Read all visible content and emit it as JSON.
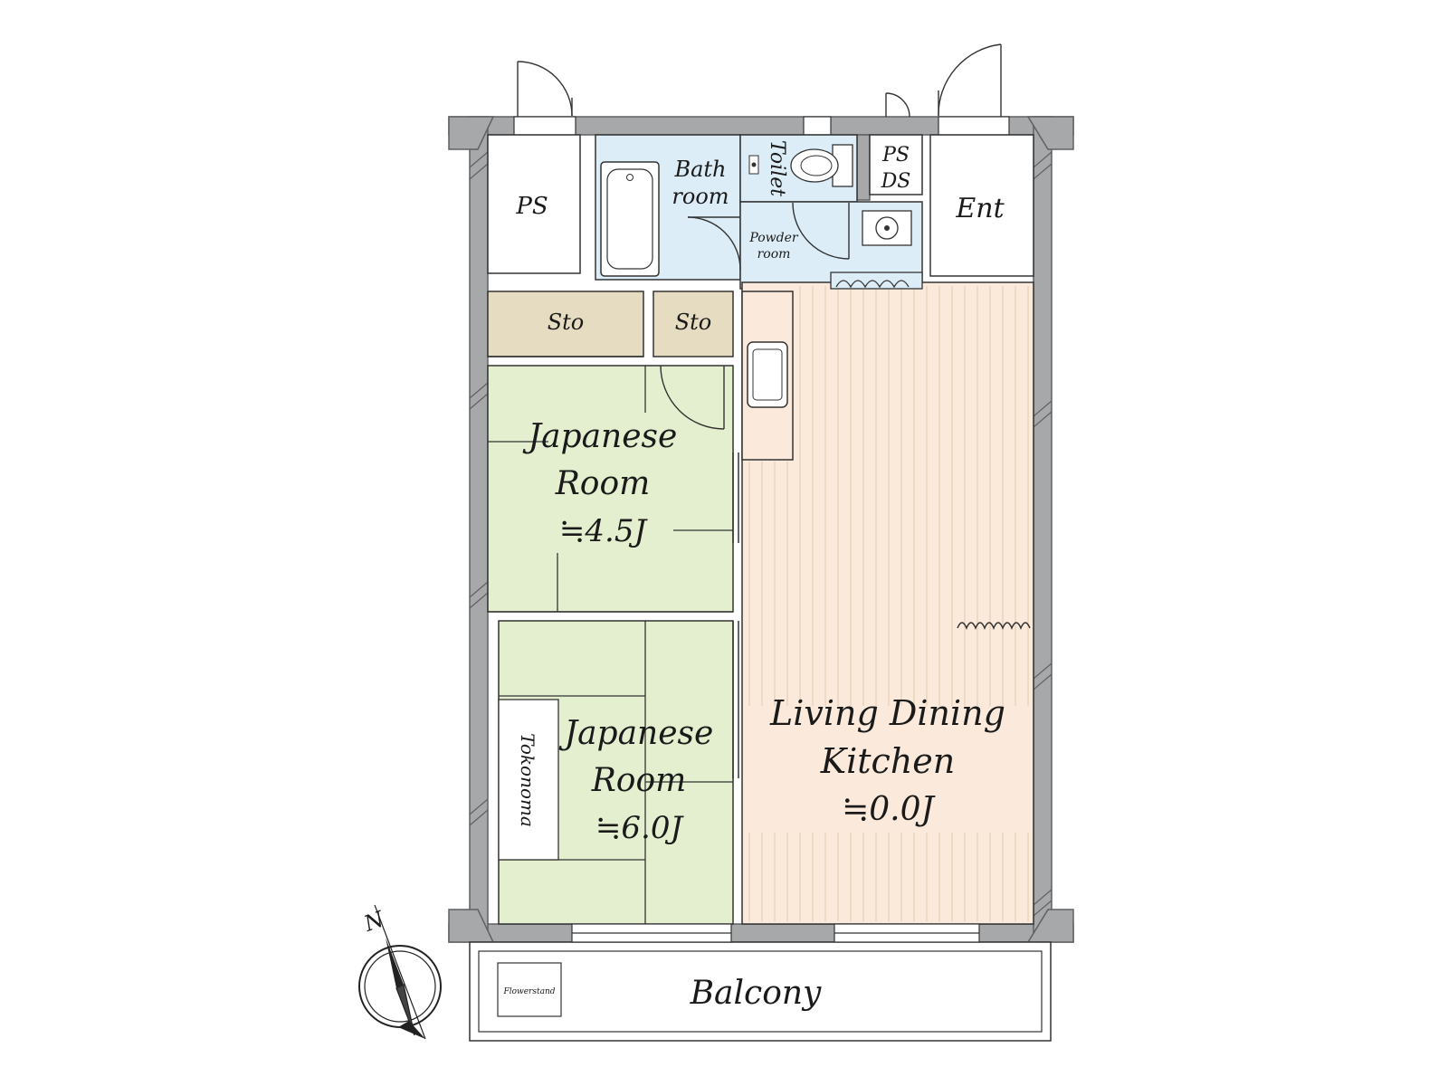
{
  "colors": {
    "wall": "#a7a8aa",
    "wall_edge": "#5f6062",
    "wet_area": "#dcedf8",
    "tatami": "#e4efcf",
    "flooring": "#fbeadb",
    "flooring_lines": "#e2c8ae",
    "storage": "#e6dcc2",
    "outline": "#333333"
  },
  "rooms": {
    "ps_left": "PS",
    "bath_line1": "Bath",
    "bath_line2": "room",
    "toilet": "Toilet",
    "powder_line1": "Powder",
    "powder_line2": "room",
    "ps_right": "PS",
    "ds_right": "DS",
    "entrance": "Ent",
    "storage_left": "Sto",
    "storage_right": "Sto",
    "japanese_room_1": {
      "line1": "Japanese",
      "line2": "Room",
      "size": "≒4.5J"
    },
    "japanese_room_2": {
      "line1": "Japanese",
      "line2": "Room",
      "size": "≒6.0J"
    },
    "tokonoma": "Tokonoma",
    "ldk": {
      "line1": "Living Dining",
      "line2": "Kitchen",
      "size": "≒0.0J"
    },
    "balcony": "Balcony",
    "flowerstand": "Flowerstand"
  },
  "compass": {
    "north_label": "N",
    "icon": "compass-rose"
  }
}
